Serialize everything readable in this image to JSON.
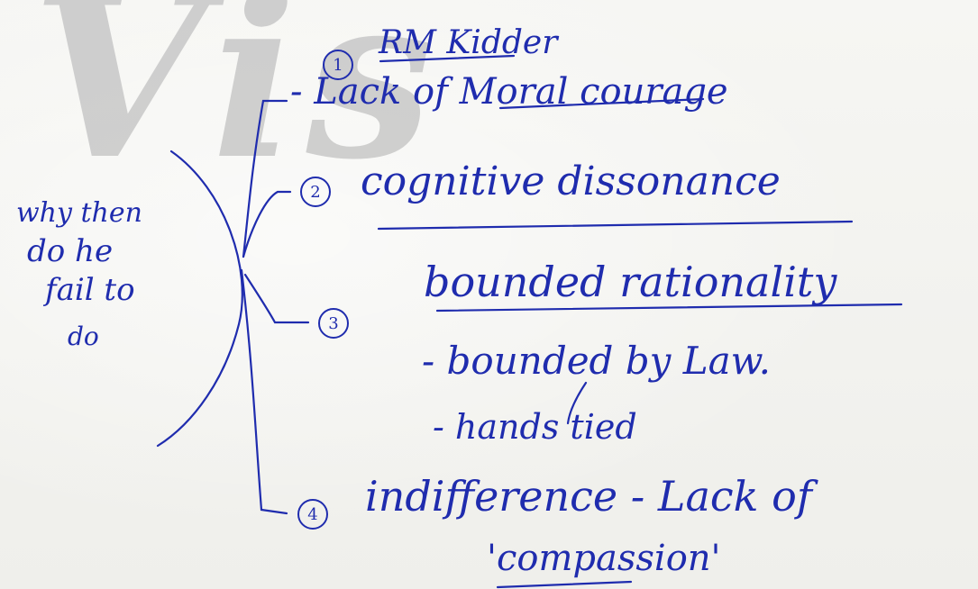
{
  "watermark": "Vis",
  "question": {
    "line1": "why then",
    "line2": "do he",
    "line3": "fail to",
    "line4": "do"
  },
  "branches": [
    {
      "number": "1",
      "title": "RM Kidder",
      "points": [
        "- Lack of Moral courage"
      ]
    },
    {
      "number": "2",
      "title": "cognitive dissonance",
      "points": []
    },
    {
      "number": "3",
      "title": "bounded rationality",
      "points": [
        "- bounded by Law.",
        "- hands tied"
      ]
    },
    {
      "number": "4",
      "title": "indifference - Lack of",
      "points": [
        "'compassion'"
      ]
    }
  ],
  "ink_color": "#1f2cae"
}
